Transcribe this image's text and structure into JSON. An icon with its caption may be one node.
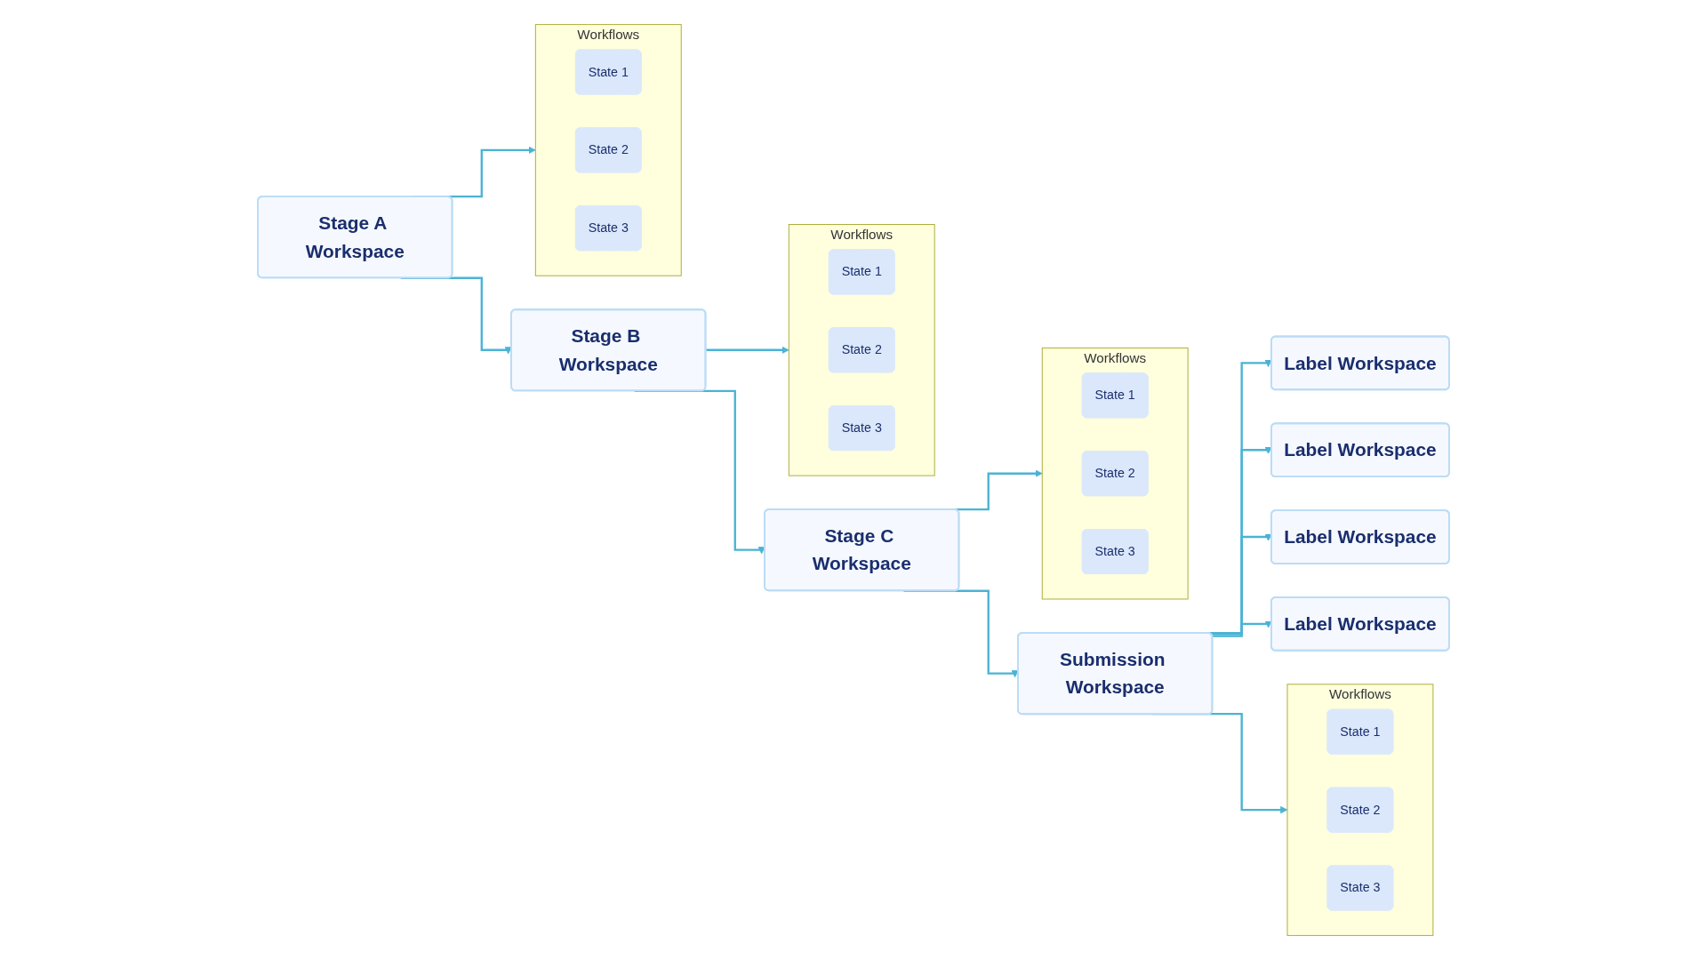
{
  "diagram": {
    "nodes": [
      {
        "text": [
          "Stage A Workspace"
        ]
      },
      {
        "text": [
          "Stage B Workspace"
        ]
      },
      {
        "text": [
          "Stage C Workspace"
        ]
      },
      {
        "text": [
          "Submission Workspace"
        ]
      },
      {
        "text": [
          "Label Workspace"
        ]
      },
      {
        "text": [
          "Label Workspace"
        ]
      },
      {
        "text": [
          "Label Workspace"
        ]
      },
      {
        "text": [
          "Label Workspace"
        ]
      },
      {
        "text": [
          "Workflows"
        ]
      },
      {
        "text": [
          "State 1"
        ],
        "in": 8
      },
      {
        "text": [
          "State 2"
        ],
        "in": 8
      },
      {
        "text": [
          "State 3"
        ],
        "in": 8
      },
      {
        "text": [
          "Workflows"
        ]
      },
      {
        "text": [
          "State 1"
        ],
        "in": 12
      },
      {
        "text": [
          "State 2"
        ],
        "in": 12
      },
      {
        "text": [
          "State 3"
        ],
        "in": 12
      },
      {
        "text": [
          "Workflows"
        ]
      },
      {
        "text": [
          "State 1"
        ],
        "in": 16
      },
      {
        "text": [
          "State 2"
        ],
        "in": 16
      },
      {
        "text": [
          "State 3"
        ],
        "in": 16
      },
      {
        "text": [
          "Workflows"
        ]
      },
      {
        "text": [
          "State 1"
        ],
        "in": 20
      },
      {
        "text": [
          "State 2"
        ],
        "in": 20
      },
      {
        "text": [
          "State 3"
        ],
        "in": 20
      }
    ],
    "edges": [
      {
        "from": 0,
        "to": 1,
        "arrow": "to"
      },
      {
        "from": 1,
        "to": 2,
        "arrow": "to"
      },
      {
        "from": 2,
        "to": 3,
        "arrow": "to"
      },
      {
        "from": 3,
        "to": 4,
        "arrow": "to"
      },
      {
        "from": 3,
        "to": 5,
        "arrow": "to"
      },
      {
        "from": 3,
        "to": 6,
        "arrow": "to"
      },
      {
        "from": 3,
        "to": 7,
        "arrow": "to"
      },
      {
        "from": 0,
        "to": 8,
        "arrow": "to"
      },
      {
        "from": 1,
        "to": 12,
        "arrow": "to"
      },
      {
        "from": 2,
        "to": 16,
        "arrow": "to"
      },
      {
        "from": 3,
        "to": 20,
        "arrow": "to"
      }
    ]
  }
}
